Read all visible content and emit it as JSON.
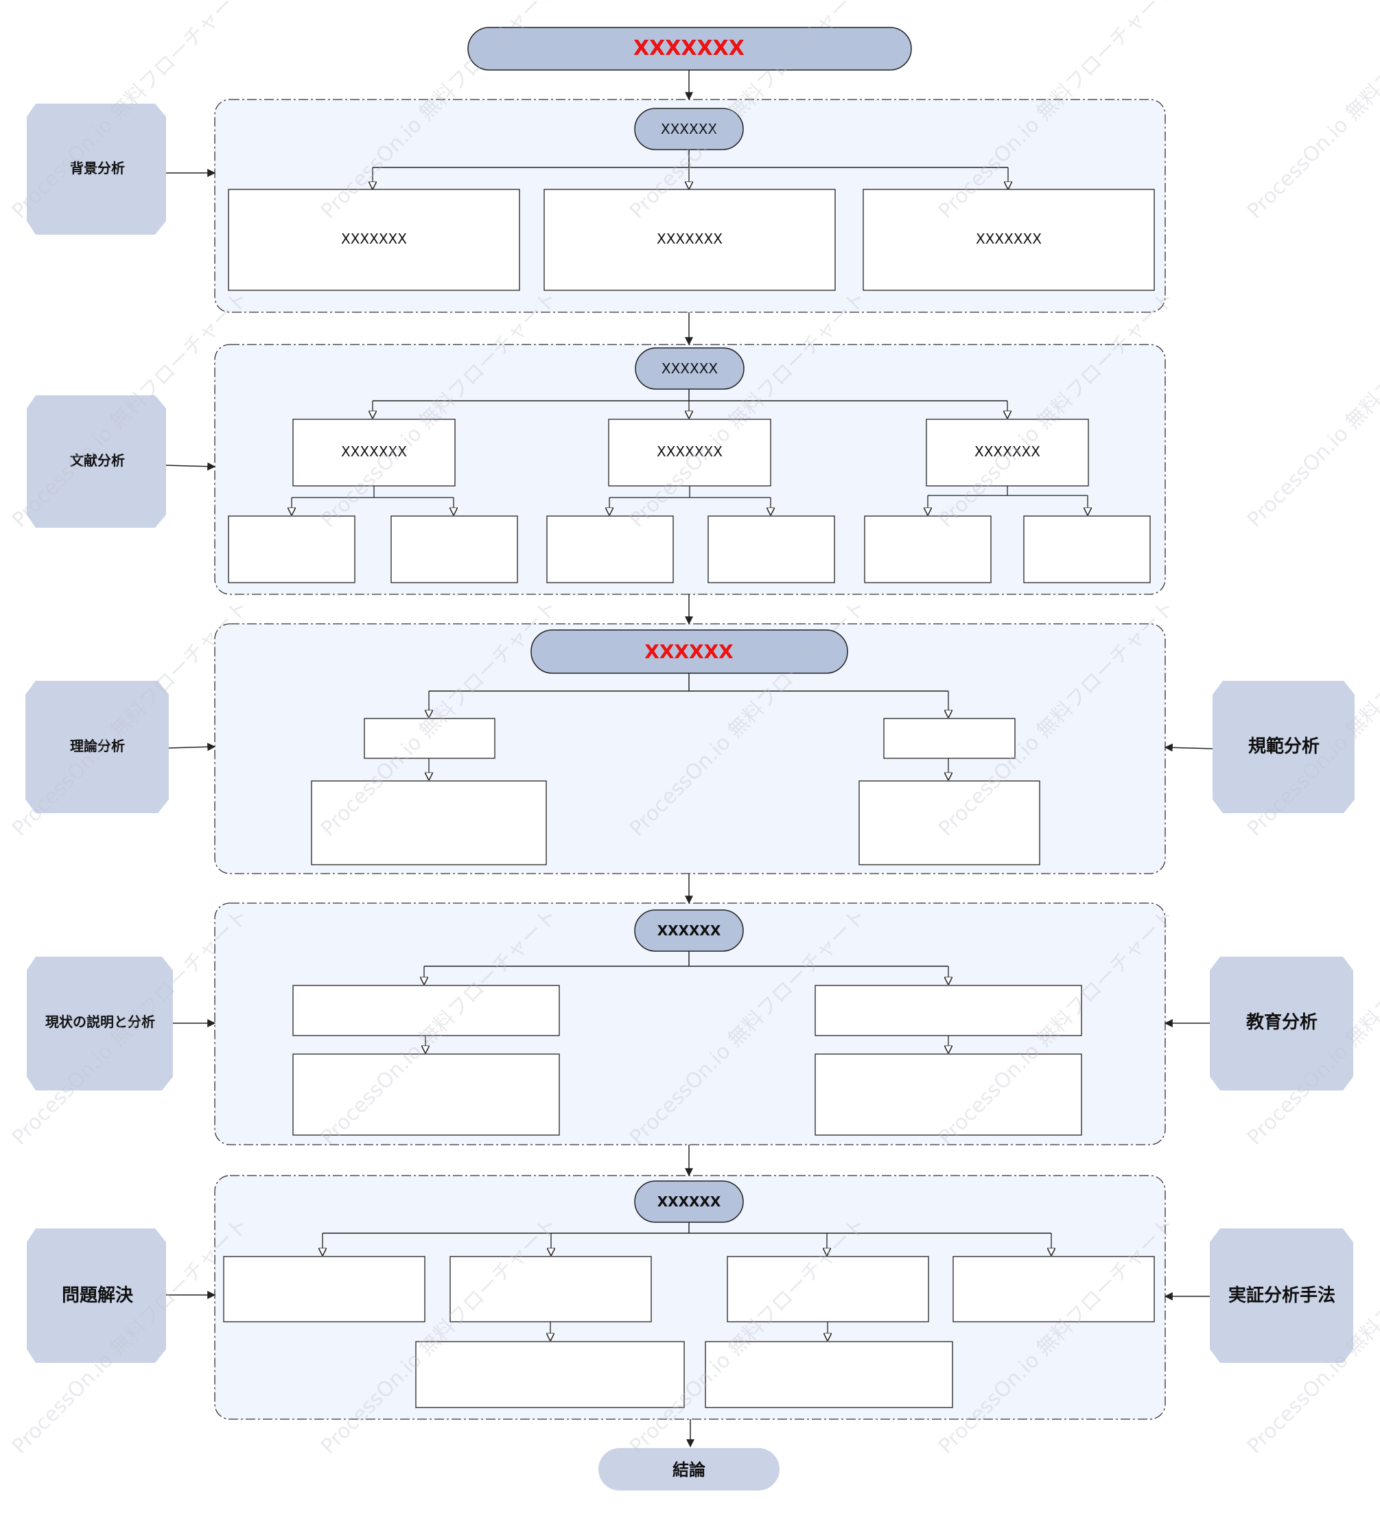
{
  "title": "XXXXXXX",
  "colors": {
    "accent_red": "#ee1111",
    "pill_fill": "#b4c2dc",
    "side_fill": "#cad3e6",
    "group_fill": "#f1f5fd",
    "line": "#222222"
  },
  "sections": [
    {
      "header": "XXXXXX",
      "side_left": "背景分析",
      "side_right": "",
      "boxes": [
        "XXXXXXX",
        "XXXXXXX",
        "XXXXXXX"
      ]
    },
    {
      "header": "XXXXXX",
      "side_left": "文献分析",
      "side_right": "",
      "boxes": [
        "XXXXXXX",
        "XXXXXXX",
        "XXXXXXX"
      ]
    },
    {
      "header": "XXXXXX",
      "side_left": "理論分析",
      "side_right": "規範分析"
    },
    {
      "header": "XXXXXX",
      "side_left": "現状の説明と分析",
      "side_right": "教育分析"
    },
    {
      "header": "XXXXXX",
      "side_left": "問題解決",
      "side_right": "実証分析手法"
    }
  ],
  "conclusion": "結論",
  "watermark": "ProcessOn.io 無料フローチャート"
}
